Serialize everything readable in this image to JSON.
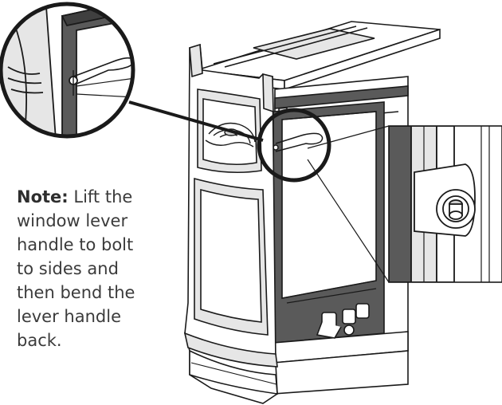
{
  "note": {
    "label": "Note:",
    "lines": [
      "Lift the",
      "window lever",
      "handle to bolt",
      "to sides and",
      "then bend the",
      "lever handle",
      "back."
    ]
  },
  "colors": {
    "line": "#1a1a1a",
    "shade": "#e6e6e6",
    "gasket": "#5a5a5a",
    "text": "#3b3b3b"
  }
}
